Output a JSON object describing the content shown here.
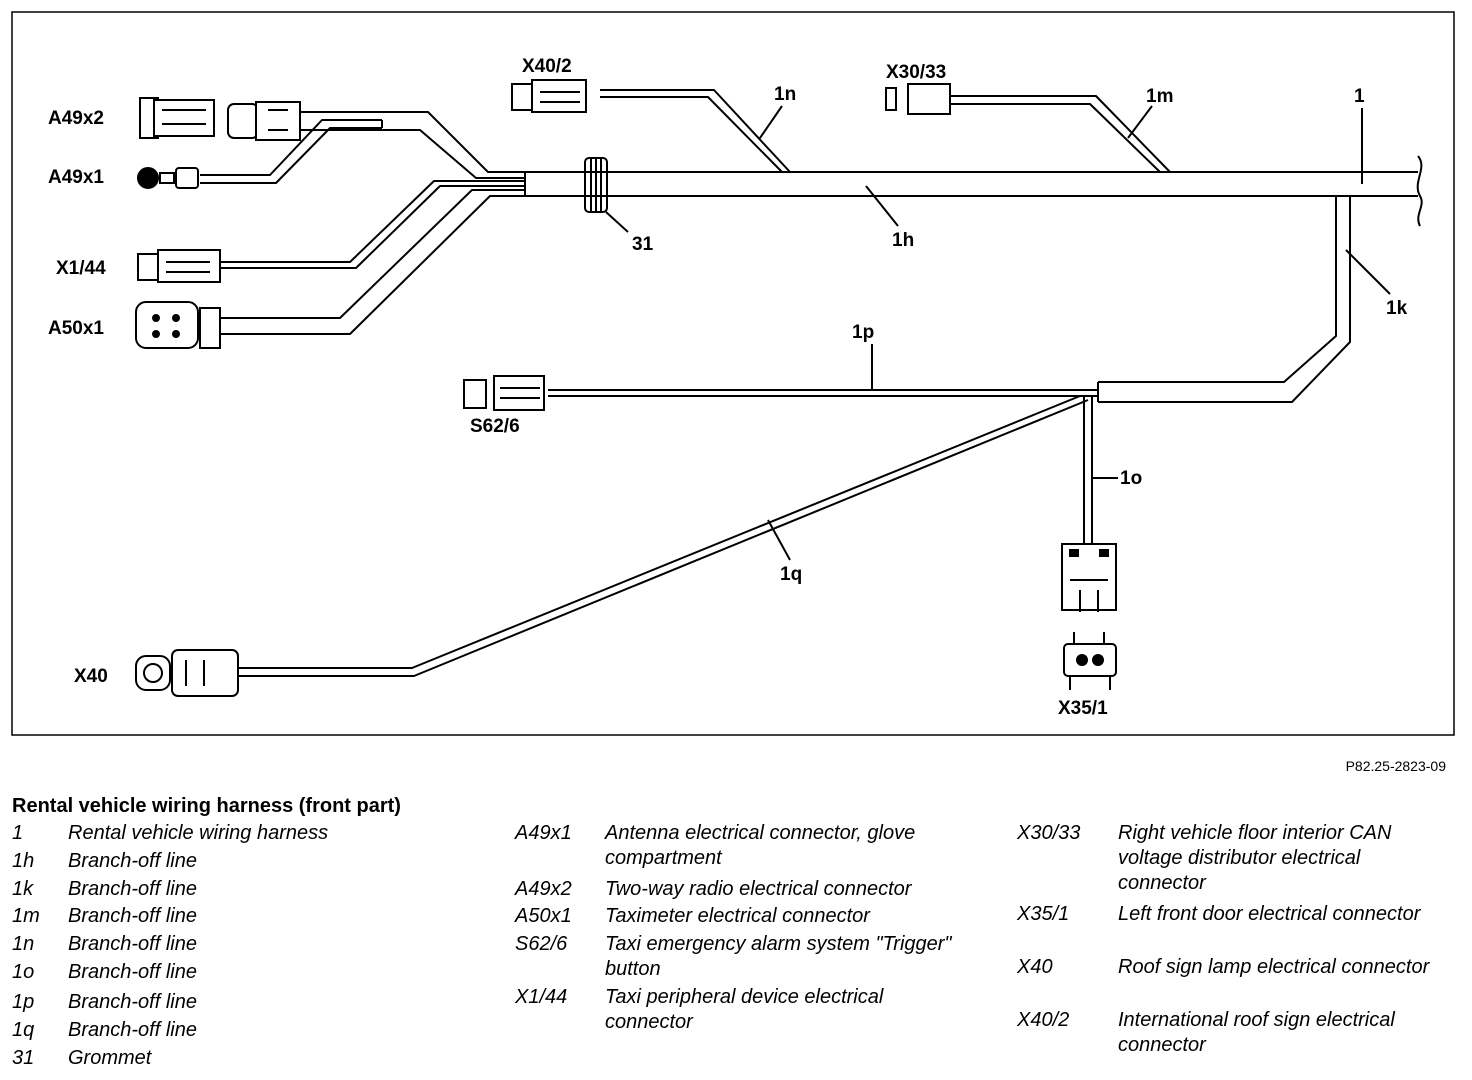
{
  "reference": "P82.25-2823-09",
  "diagram": {
    "connectors": {
      "a49x2": "A49x2",
      "a49x1": "A49x1",
      "x1_44": "X1/44",
      "a50x1": "A50x1",
      "x40_2": "X40/2",
      "x30_33": "X30/33",
      "s62_6": "S62/6",
      "x40": "X40",
      "x35_1": "X35/1"
    },
    "lines": {
      "main": "1",
      "l1h": "1h",
      "l1k": "1k",
      "l1m": "1m",
      "l1n": "1n",
      "l1o": "1o",
      "l1p": "1p",
      "l1q": "1q",
      "grommet": "31"
    }
  },
  "legend": {
    "title": "Rental vehicle wiring harness (front part)",
    "col1": [
      {
        "code": "1",
        "desc": "Rental vehicle wiring harness"
      },
      {
        "code": "1h",
        "desc": "Branch-off line"
      },
      {
        "code": "1k",
        "desc": "Branch-off line"
      },
      {
        "code": "1m",
        "desc": "Branch-off line"
      },
      {
        "code": "1n",
        "desc": "Branch-off line"
      },
      {
        "code": "1o",
        "desc": "Branch-off line"
      },
      {
        "code": "1p",
        "desc": "Branch-off line"
      },
      {
        "code": "1q",
        "desc": "Branch-off line"
      },
      {
        "code": "31",
        "desc": "Grommet"
      }
    ],
    "col2": [
      {
        "code": "A49x1",
        "desc": "Antenna electrical connector, glove compartment"
      },
      {
        "code": "A49x2",
        "desc": "Two-way radio electrical connector"
      },
      {
        "code": "A50x1",
        "desc": "Taximeter electrical connector"
      },
      {
        "code": "S62/6",
        "desc": "Taxi emergency alarm system \"Trigger\" button"
      },
      {
        "code": "X1/44",
        "desc": "Taxi peripheral device electrical connector"
      }
    ],
    "col3": [
      {
        "code": "X30/33",
        "desc": "Right vehicle floor interior CAN voltage distributor electrical connector"
      },
      {
        "code": "X35/1",
        "desc": "Left front door electrical connector"
      },
      {
        "code": "X40",
        "desc": "Roof sign lamp electrical connector"
      },
      {
        "code": "X40/2",
        "desc": "International roof sign electrical connector"
      }
    ]
  }
}
